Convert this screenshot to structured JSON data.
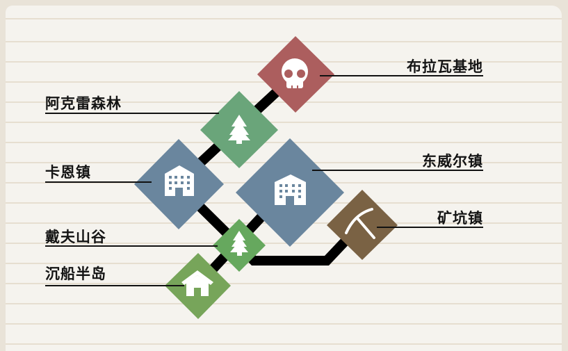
{
  "screen": "world-map",
  "locations": [
    {
      "id": "bravo-base",
      "label": "布拉瓦基地",
      "icon": "skull-icon",
      "color": "#ac5e5e"
    },
    {
      "id": "akre-forest",
      "label": "阿克雷森林",
      "icon": "pine-tree-icon",
      "color": "#6aa57a"
    },
    {
      "id": "kahn-town",
      "label": "卡恩镇",
      "icon": "building-icon",
      "color": "#6a869e"
    },
    {
      "id": "dongwell-town",
      "label": "东威尔镇",
      "icon": "building-icon",
      "color": "#6a869e"
    },
    {
      "id": "mine-town",
      "label": "矿坑镇",
      "icon": "pickaxe-icon",
      "color": "#7a6244"
    },
    {
      "id": "dave-valley",
      "label": "戴夫山谷",
      "icon": "pine-tree-icon",
      "color": "#66a85e"
    },
    {
      "id": "shipwreck-peninsula",
      "label": "沉船半岛",
      "icon": "house-icon",
      "color": "#77a55a"
    }
  ]
}
